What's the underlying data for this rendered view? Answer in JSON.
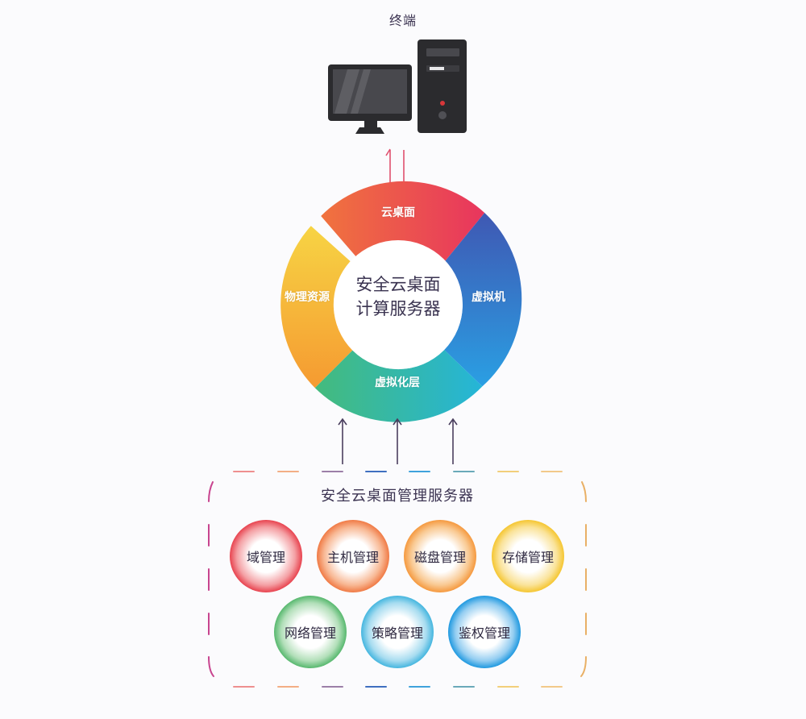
{
  "terminal": {
    "label": "终端",
    "icons": [
      "monitor-icon",
      "desktop-tower-icon"
    ]
  },
  "compute_server": {
    "center_line1": "安全云桌面",
    "center_line2": "计算服务器",
    "segments": [
      {
        "label": "云桌面",
        "colors": [
          "#ef6a3f",
          "#e83a5c"
        ]
      },
      {
        "label": "虚拟机",
        "colors": [
          "#3f5bb5",
          "#2e9ee0"
        ]
      },
      {
        "label": "虚拟化层",
        "colors": [
          "#3bb98a",
          "#27b3d6"
        ]
      },
      {
        "label": "物理资源",
        "colors": [
          "#f6cf42",
          "#f5a033"
        ]
      }
    ]
  },
  "arrows": {
    "bidirectional_color": "#e0506e",
    "upward_color": "#4a3f5e",
    "upward_count": 3
  },
  "management_server": {
    "title": "安全云桌面管理服务器",
    "border_colors": {
      "left": "#c8448f",
      "right": "#e9b066",
      "dashes": [
        "#ee8f8f",
        "#f3ae85",
        "#9c7fa8",
        "#3f6fc0",
        "#3fa2dc",
        "#6aa9b9",
        "#f2cf7a",
        "#f2c98a"
      ]
    },
    "modules": [
      {
        "label": "域管理",
        "color": "#e8434f"
      },
      {
        "label": "主机管理",
        "color": "#f07a45"
      },
      {
        "label": "磁盘管理",
        "color": "#f5993f"
      },
      {
        "label": "存储管理",
        "color": "#f7cc3a"
      },
      {
        "label": "网络管理",
        "color": "#57b86e"
      },
      {
        "label": "策略管理",
        "color": "#45b6df"
      },
      {
        "label": "鉴权管理",
        "color": "#1f99e0"
      }
    ]
  }
}
